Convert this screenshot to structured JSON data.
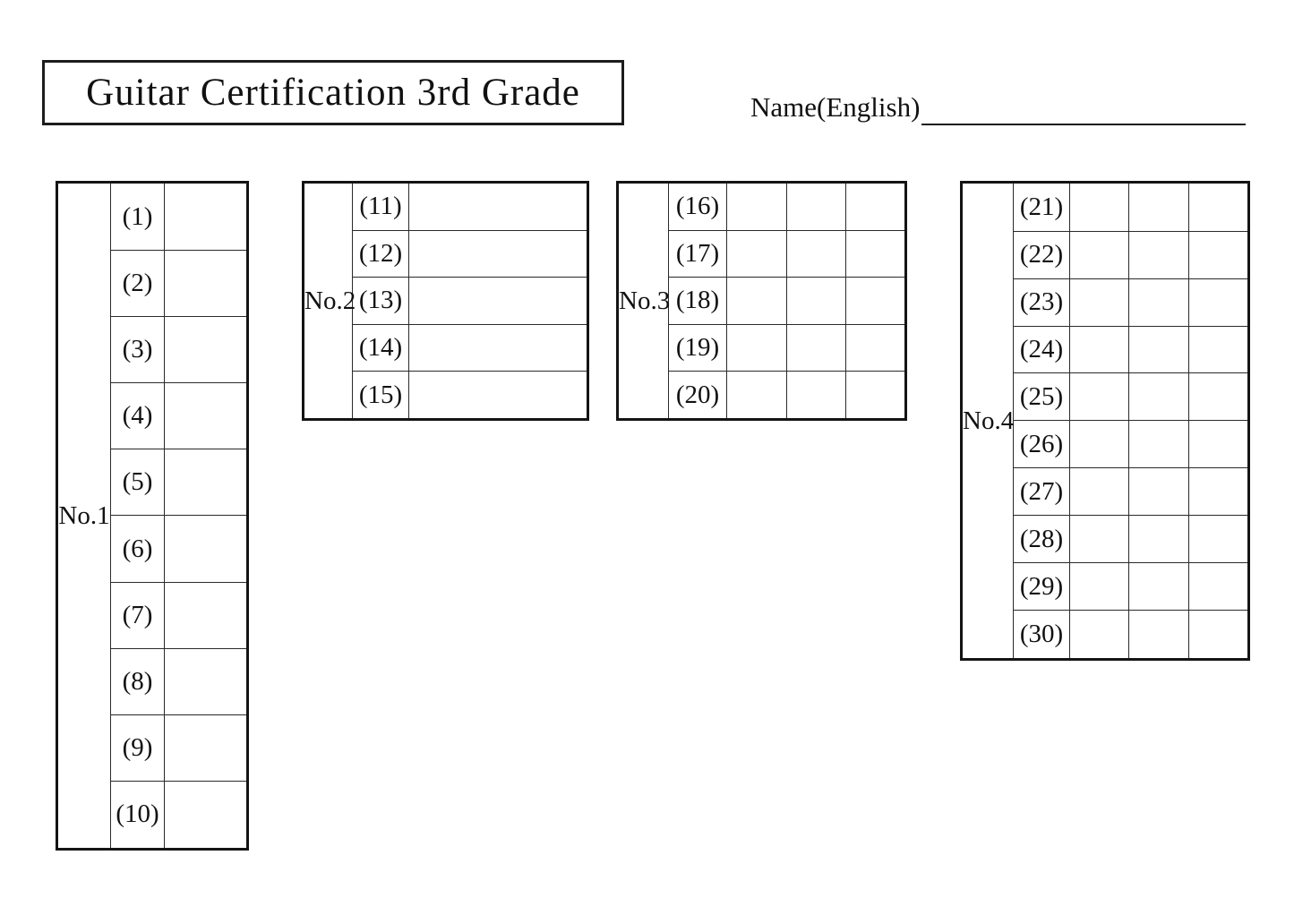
{
  "page": {
    "title": "Guitar Certification 3rd Grade",
    "name_label": "Name(English)"
  },
  "tables": [
    {
      "label": "No.1",
      "answer_columns": 1,
      "items": [
        "(1)",
        "(2)",
        "(3)",
        "(4)",
        "(5)",
        "(6)",
        "(7)",
        "(8)",
        "(9)",
        "(10)"
      ]
    },
    {
      "label": "No.2",
      "answer_columns": 1,
      "items": [
        "(11)",
        "(12)",
        "(13)",
        "(14)",
        "(15)"
      ]
    },
    {
      "label": "No.3",
      "answer_columns": 3,
      "items": [
        "(16)",
        "(17)",
        "(18)",
        "(19)",
        "(20)"
      ]
    },
    {
      "label": "No.4",
      "answer_columns": 3,
      "items": [
        "(21)",
        "(22)",
        "(23)",
        "(24)",
        "(25)",
        "(26)",
        "(27)",
        "(28)",
        "(29)",
        "(30)"
      ]
    }
  ]
}
